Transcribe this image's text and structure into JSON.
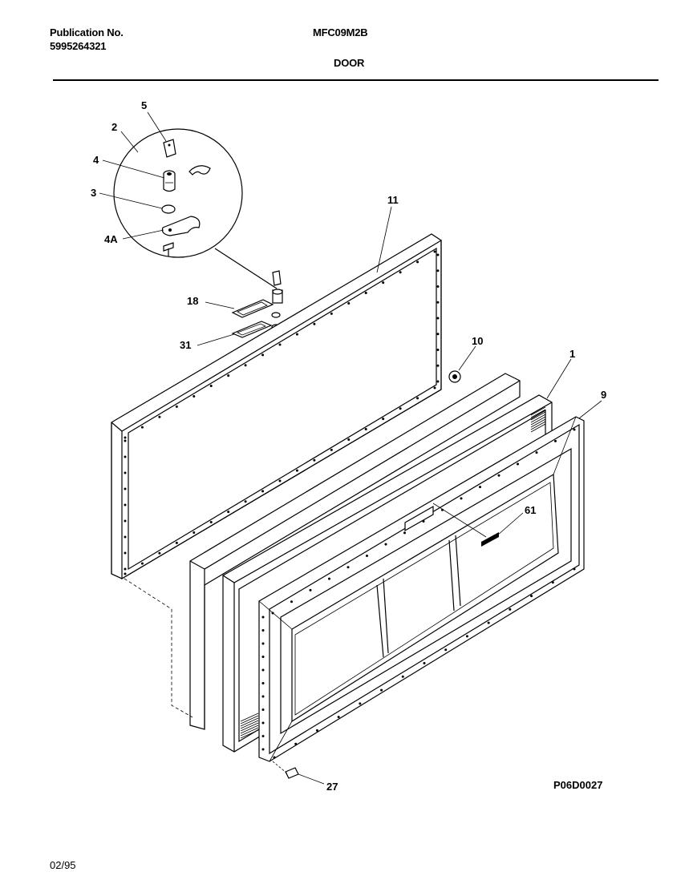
{
  "header": {
    "publication_label": "Publication No.",
    "publication_number": "5995264321",
    "model": "MFC09M2B",
    "section": "DOOR"
  },
  "footer": {
    "date": "02/95",
    "diagram_code": "P06D0027"
  },
  "callouts": [
    "5",
    "2",
    "4",
    "3",
    "4A",
    "11",
    "18",
    "31",
    "10",
    "1",
    "9",
    "61",
    "27"
  ]
}
